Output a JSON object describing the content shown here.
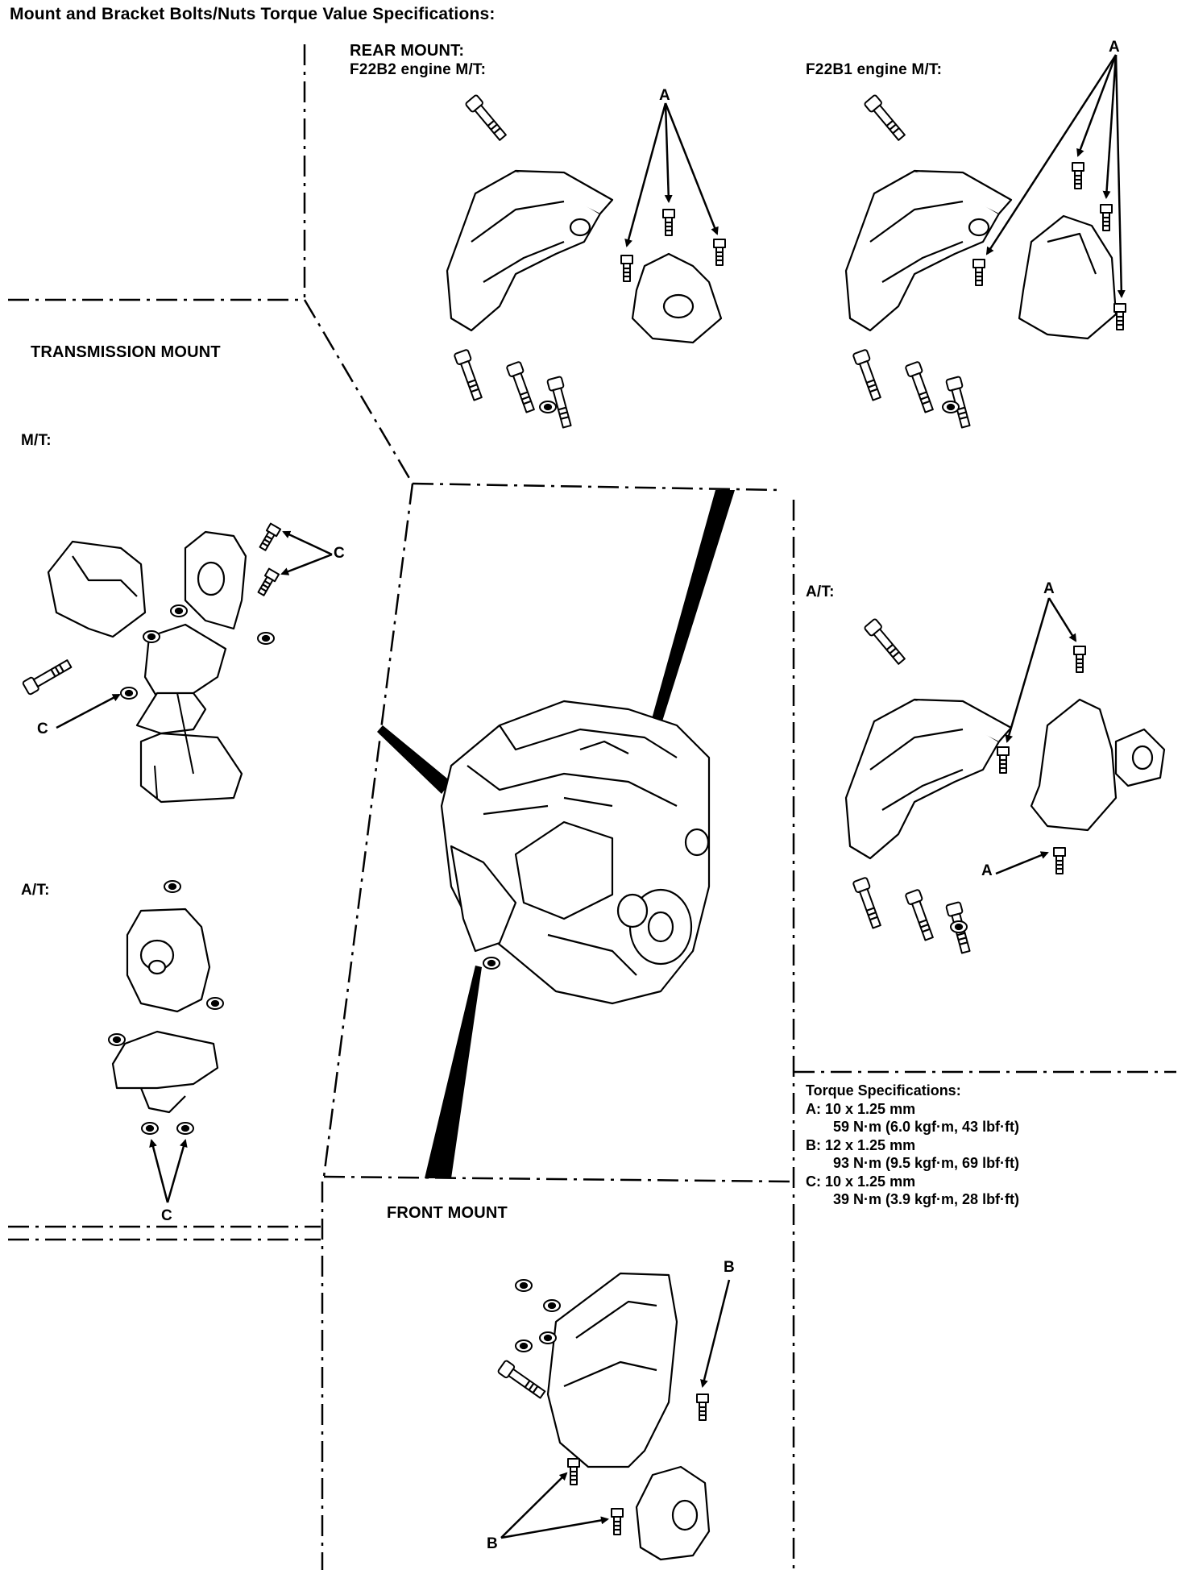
{
  "title": "Mount and Bracket Bolts/Nuts Torque Value Specifications:",
  "rear_mount": {
    "heading": "REAR MOUNT:",
    "f22b2_label": "F22B2 engine M/T:",
    "f22b1_label": "F22B1 engine M/T:",
    "at_label": "A/T:"
  },
  "transmission_mount": {
    "heading": "TRANSMISSION MOUNT",
    "mt_label": "M/T:",
    "at_label": "A/T:"
  },
  "front_mount": {
    "heading": "FRONT MOUNT"
  },
  "callouts": {
    "a": "A",
    "b": "B",
    "c": "C"
  },
  "torque": {
    "heading": "Torque Specifications:",
    "a_size": "A: 10 x 1.25 mm",
    "a_value": "59 N·m (6.0 kgf·m, 43 lbf·ft)",
    "b_size": "B: 12 x 1.25 mm",
    "b_value": "93 N·m (9.5 kgf·m, 69 lbf·ft)",
    "c_size": "C: 10 x 1.25 mm",
    "c_value": "39 N·m (3.9 kgf·m, 28 lbf·ft)"
  }
}
